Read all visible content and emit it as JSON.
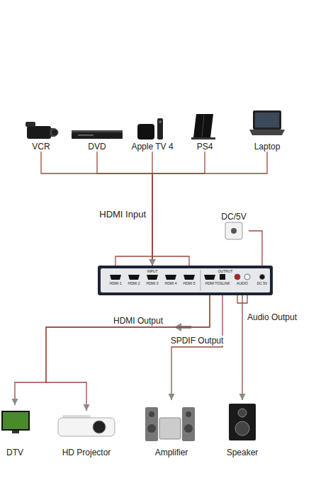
{
  "diagram": {
    "nodes": [
      {
        "text": [
          "VCR"
        ]
      },
      {
        "text": [
          "DVD"
        ]
      },
      {
        "text": [
          "Apple TV 4"
        ]
      },
      {
        "text": [
          "PS4"
        ]
      },
      {
        "text": [
          "Laptop"
        ]
      },
      {
        "text": [
          "DC/5V"
        ]
      },
      {
        "text": [
          "INPUT",
          "HDMI 1",
          "HDMI 2",
          "HDMI 3",
          "HDMI 4",
          "HDMI 5",
          "OUTPUT",
          "HDMI",
          "TOSLINK",
          "AUDIO",
          "DC 5V"
        ]
      },
      {
        "text": [
          "DTV"
        ]
      },
      {
        "text": [
          "HD Projector"
        ]
      },
      {
        "text": [
          "Amplifier"
        ]
      },
      {
        "text": [
          "Speaker"
        ]
      }
    ],
    "edges": [
      {
        "from": 0,
        "to": 6,
        "arrow": "to"
      },
      {
        "from": 1,
        "to": 6,
        "arrow": "to"
      },
      {
        "from": 2,
        "to": 6,
        "arrow": "to",
        "label": "HDMI Input"
      },
      {
        "from": 3,
        "to": 6,
        "arrow": "to"
      },
      {
        "from": 4,
        "to": 6,
        "arrow": "to"
      },
      {
        "from": 5,
        "to": 6,
        "arrow": "none"
      },
      {
        "from": 6,
        "to": 7,
        "arrow": "to",
        "label": "HDMI Output"
      },
      {
        "from": 6,
        "to": 8,
        "arrow": "to"
      },
      {
        "from": 6,
        "to": 9,
        "arrow": "to",
        "label": "SPDIF Output"
      },
      {
        "from": 6,
        "to": 10,
        "arrow": "to",
        "label": "Audio Output"
      }
    ]
  }
}
